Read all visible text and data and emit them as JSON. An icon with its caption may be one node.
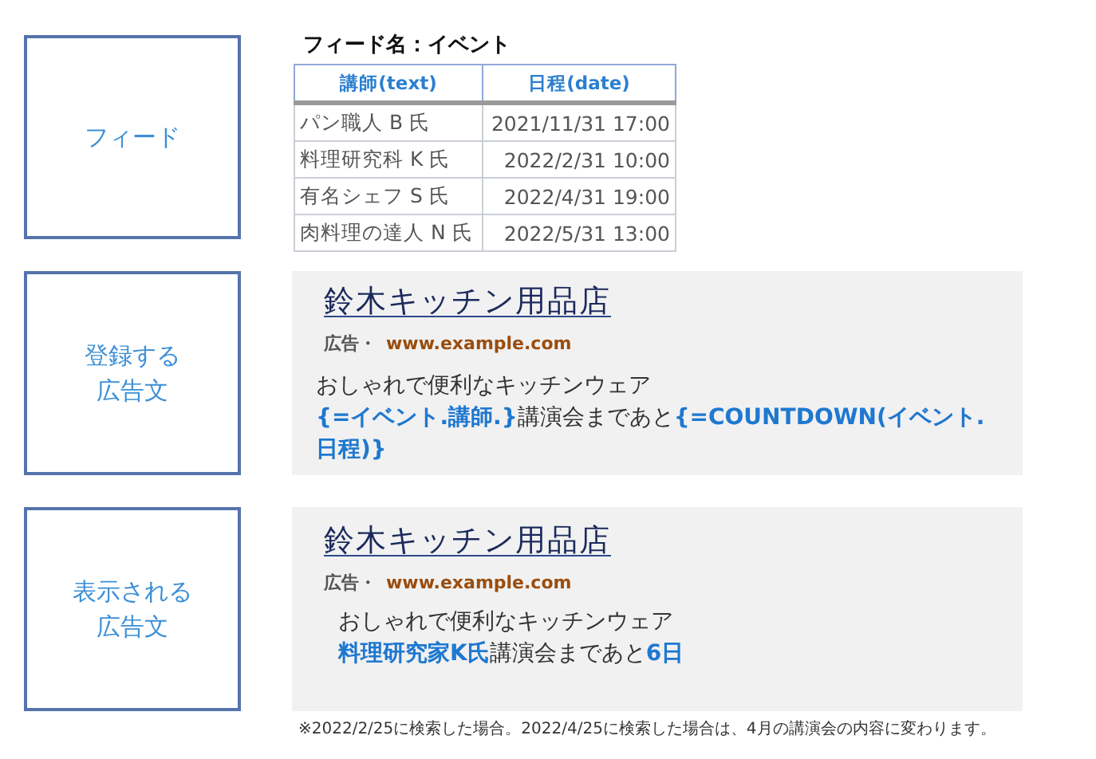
{
  "diagram": {
    "nodes": [
      {
        "text": [
          "フィード"
        ]
      },
      {
        "text": [
          "登録する広告文"
        ]
      },
      {
        "text": [
          "鈴木キッチン用品店",
          "広告・",
          "www.example.com",
          "おしゃれで便利なキッチンウェア",
          "**{=イベント.講師.}**講演会まであと**{=COUNTDOWN(イベント.日程)}**"
        ]
      },
      {
        "text": [
          "表示される広告文"
        ]
      },
      {
        "text": [
          "鈴木キッチン用品店",
          "広告・",
          "www.example.com",
          "おしゃれで便利なキッチンウェア",
          "**料理研究家K氏**講演会まであと**6日**"
        ]
      }
    ],
    "edges": [],
    "labels": [
      "フィード名：イベント",
      "講師(text)",
      "日程(date)",
      "パン職人 B 氏",
      "2021/11/31 17:00",
      "料理研究科 K 氏",
      "2022/2/31 10:00",
      "有名シェフ S 氏",
      "2022/4/31 19:00",
      "肉料理の達人 N 氏",
      "2022/5/31 13:00"
    ],
    "caption": "※2022/2/25に検索した場合。2022/4/25に検索した場合は、4月の講演会の内容に変わります。"
  }
}
